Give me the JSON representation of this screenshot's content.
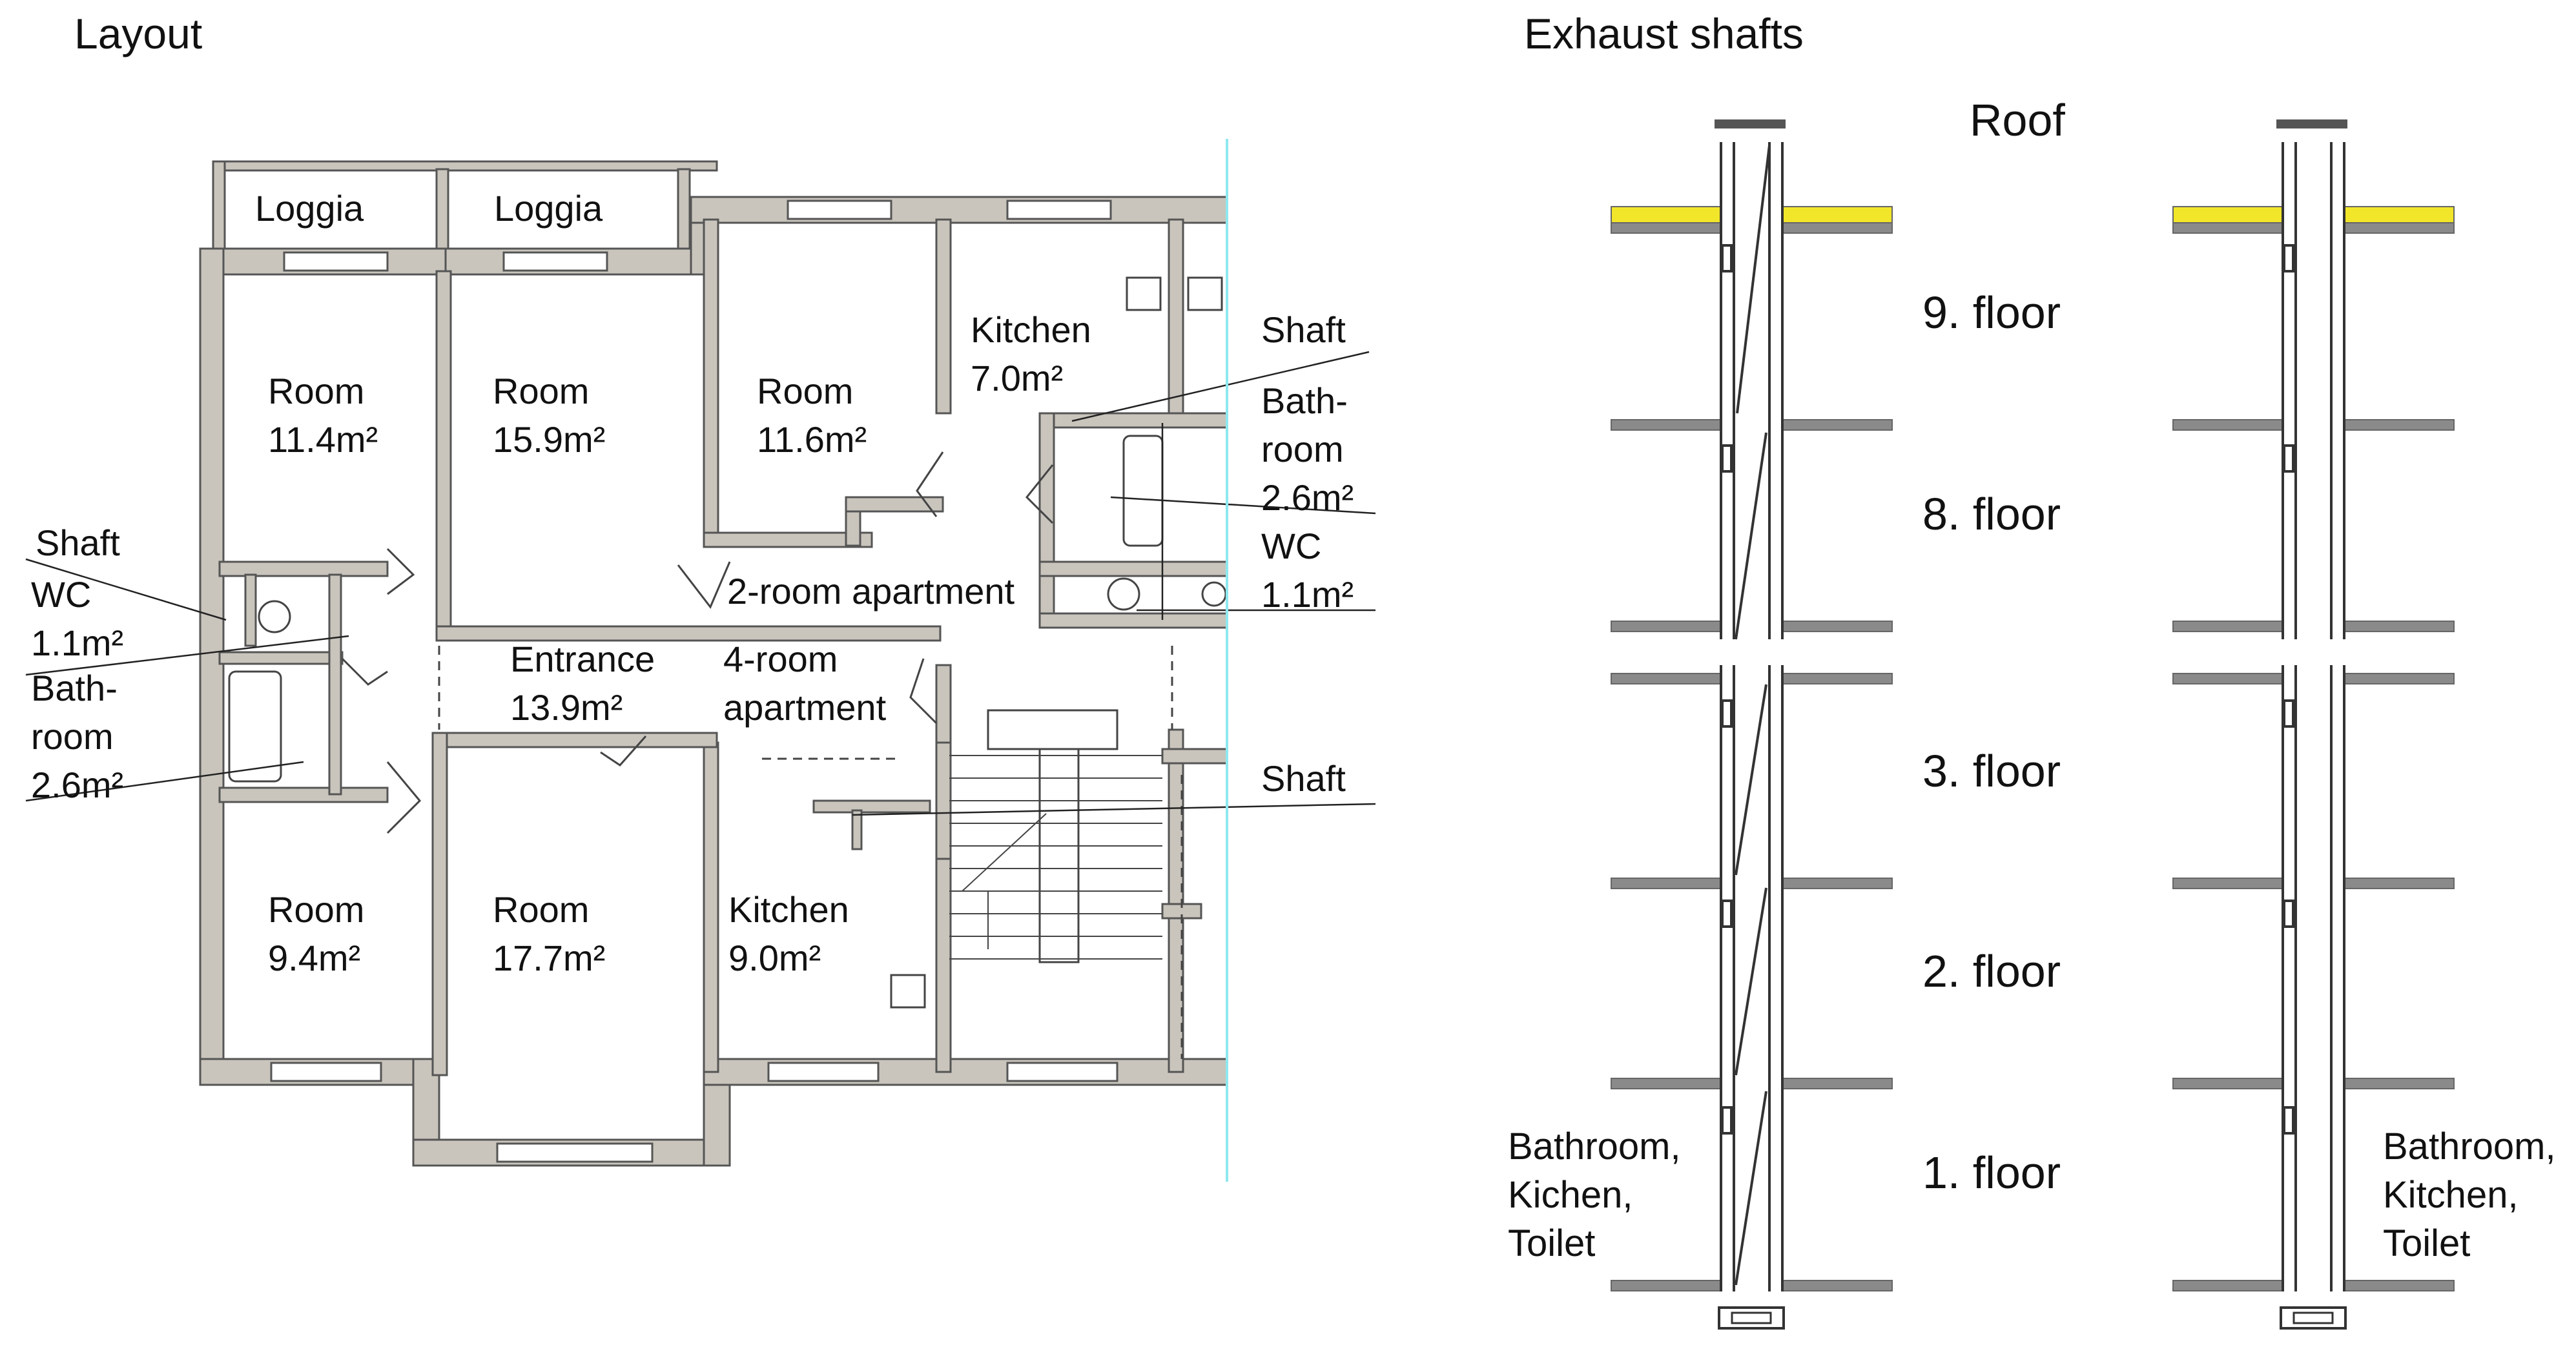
{
  "titles": {
    "layout": "Layout",
    "shafts": "Exhaust shafts"
  },
  "rooms": {
    "loggia_a": "Loggia",
    "loggia_b": "Loggia",
    "room_a": {
      "name": "Room",
      "area": "11.4m²"
    },
    "room_b": {
      "name": "Room",
      "area": "15.9m²"
    },
    "room_c": {
      "name": "Room",
      "area": "11.6m²"
    },
    "kitchen_a": {
      "name": "Kitchen",
      "area": "7.0m²"
    },
    "bath_r": {
      "l1": "Bath-",
      "l2": "room",
      "area": "2.6m²"
    },
    "wc_r": {
      "name": "WC",
      "area": "1.1m²"
    },
    "shaft_r": "Shaft",
    "shaft_l": "Shaft",
    "wc_l": {
      "name": "WC",
      "area": "1.1m²"
    },
    "bath_l": {
      "l1": "Bath-",
      "l2": "room",
      "area": "2.6m²"
    },
    "apt2": "2-room apartment",
    "entrance": {
      "name": "Entrance",
      "area": "13.9m²"
    },
    "apt4": {
      "l1": "4-room",
      "l2": "apartment"
    },
    "shaft_stair": "Shaft",
    "room_d": {
      "name": "Room",
      "area": "9.4m²"
    },
    "room_e": {
      "name": "Room",
      "area": "17.7m²"
    },
    "kitchen_b": {
      "name": "Kitchen",
      "area": "9.0m²"
    }
  },
  "floors": {
    "roof": "Roof",
    "f9": "9. floor",
    "f8": "8. floor",
    "f3": "3. floor",
    "f2": "2. floor",
    "f1": "1. floor"
  },
  "connections": {
    "left": {
      "l1": "Bathroom,",
      "l2": "Kichen,",
      "l3": "Toilet"
    },
    "right": {
      "l1": "Bathroom,",
      "l2": "Kitchen,",
      "l3": "Toilet"
    }
  },
  "colors": {
    "wall": "#c9c5bd",
    "wall_edge": "#555555",
    "slab": "#8a8a8a",
    "roof_insulation": "#f2e62a",
    "cut_line": "#8ee8ee"
  }
}
